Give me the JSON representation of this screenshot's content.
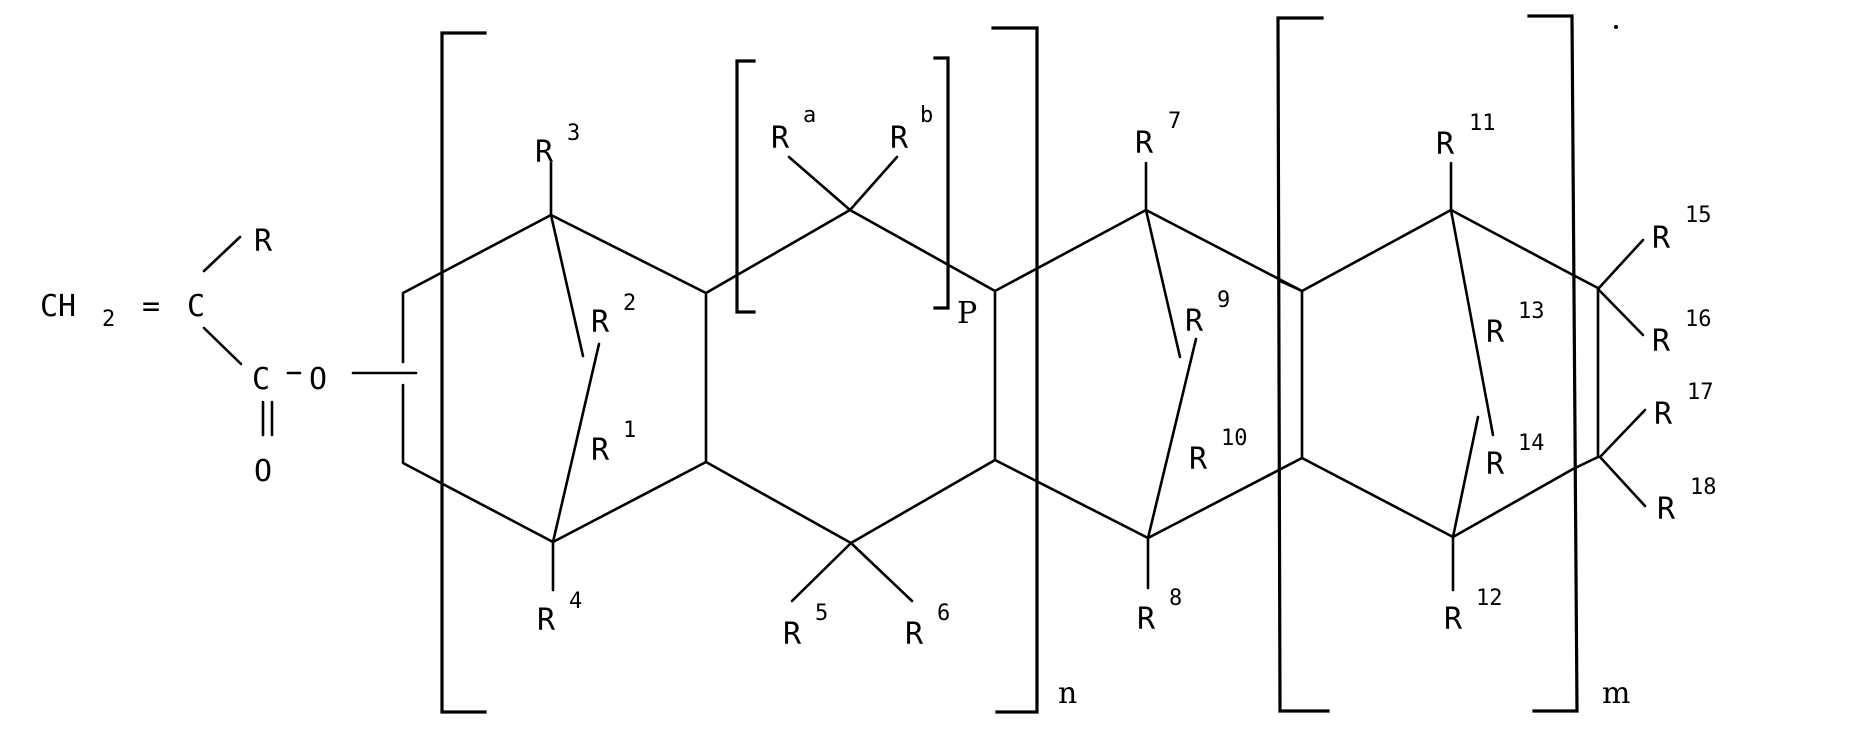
{
  "diagram": {
    "type": "chemical-structure",
    "monomer": {
      "ch2": "CH",
      "ch2_sub": "2",
      "double_bond": "=",
      "alpha_carbon": "C",
      "r_sub": "R",
      "carbonyl_carbon": "C",
      "ester_dash": "-",
      "ester_oxygen": "O",
      "carbonyl_oxygen": "O",
      "carbonyl_double": "||"
    },
    "substituents": {
      "r1": {
        "base": "R",
        "sup": "1"
      },
      "r2": {
        "base": "R",
        "sup": "2"
      },
      "r3": {
        "base": "R",
        "sup": "3"
      },
      "r4": {
        "base": "R",
        "sup": "4"
      },
      "r5": {
        "base": "R",
        "sup": "5"
      },
      "r6": {
        "base": "R",
        "sup": "6"
      },
      "r7": {
        "base": "R",
        "sup": "7"
      },
      "r8": {
        "base": "R",
        "sup": "8"
      },
      "r9": {
        "base": "R",
        "sup": "9"
      },
      "r10": {
        "base": "R",
        "sup": "10"
      },
      "r11": {
        "base": "R",
        "sup": "11"
      },
      "r12": {
        "base": "R",
        "sup": "12"
      },
      "r13": {
        "base": "R",
        "sup": "13"
      },
      "r14": {
        "base": "R",
        "sup": "14"
      },
      "r15": {
        "base": "R",
        "sup": "15"
      },
      "r16": {
        "base": "R",
        "sup": "16"
      },
      "r17": {
        "base": "R",
        "sup": "17"
      },
      "r18": {
        "base": "R",
        "sup": "18"
      },
      "ra": {
        "base": "R",
        "sup": "a"
      },
      "rb": {
        "base": "R",
        "sup": "b"
      }
    },
    "repeat_indices": {
      "p": "P",
      "n": "n",
      "m": "m"
    }
  }
}
